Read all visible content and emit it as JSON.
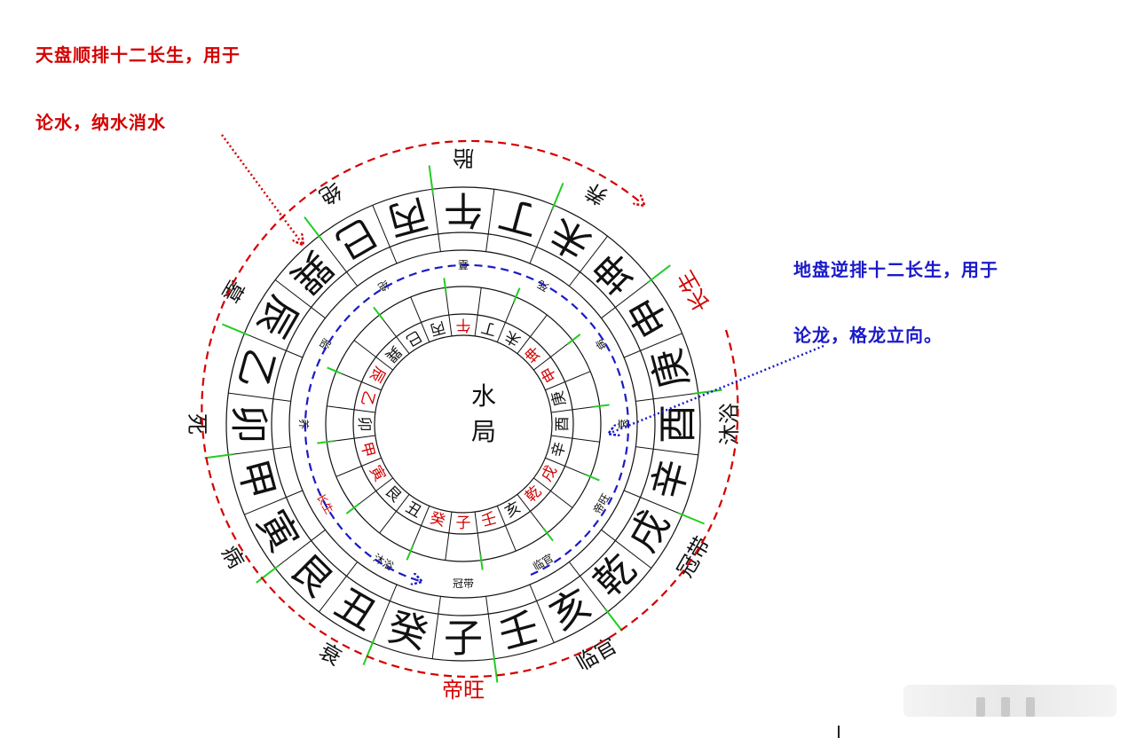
{
  "notes": {
    "heaven_line1": "天盘顺排十二长生，用于",
    "heaven_line2": "论水，纳水消水",
    "earth_line1": "地盘逆排十二长生，用于",
    "earth_line2": "论龙，格龙立向。"
  },
  "center": {
    "line1": "水",
    "line2": "局"
  },
  "rings": {
    "mountains_from_bottom_clockwise": [
      "子",
      "癸",
      "丑",
      "艮",
      "寅",
      "甲",
      "卯",
      "乙",
      "辰",
      "巽",
      "巳",
      "丙",
      "午",
      "丁",
      "未",
      "坤",
      "申",
      "庚",
      "酉",
      "辛",
      "戌",
      "乾",
      "亥",
      "壬"
    ],
    "inner_red_mountains": [
      "壬",
      "子",
      "癸",
      "寅",
      "甲",
      "乙",
      "辰",
      "午",
      "坤",
      "申",
      "戌",
      "乾"
    ],
    "outer_stages_heaven": [
      {
        "text": "胎"
      },
      {
        "text": "养"
      },
      {
        "text": "长生"
      },
      {
        "text": "沐浴"
      },
      {
        "text": "冠带"
      },
      {
        "text": "临官"
      },
      {
        "text": "帝旺"
      },
      {
        "text": "衰"
      },
      {
        "text": "病"
      },
      {
        "text": "死"
      },
      {
        "text": "墓"
      },
      {
        "text": "绝"
      }
    ],
    "inner_stages_earth": [
      {
        "text": "胎"
      },
      {
        "text": "养"
      },
      {
        "text": "长生"
      },
      {
        "text": "沐浴"
      },
      {
        "text": "冠带"
      },
      {
        "text": "临官"
      },
      {
        "text": "帝旺"
      },
      {
        "text": "衰"
      },
      {
        "text": "病"
      },
      {
        "text": "死"
      },
      {
        "text": "墓"
      },
      {
        "text": "绝"
      }
    ]
  },
  "colors": {
    "red": "#d40000",
    "blue": "#1a1ac8",
    "green": "#22cc22",
    "ink": "#111111"
  }
}
